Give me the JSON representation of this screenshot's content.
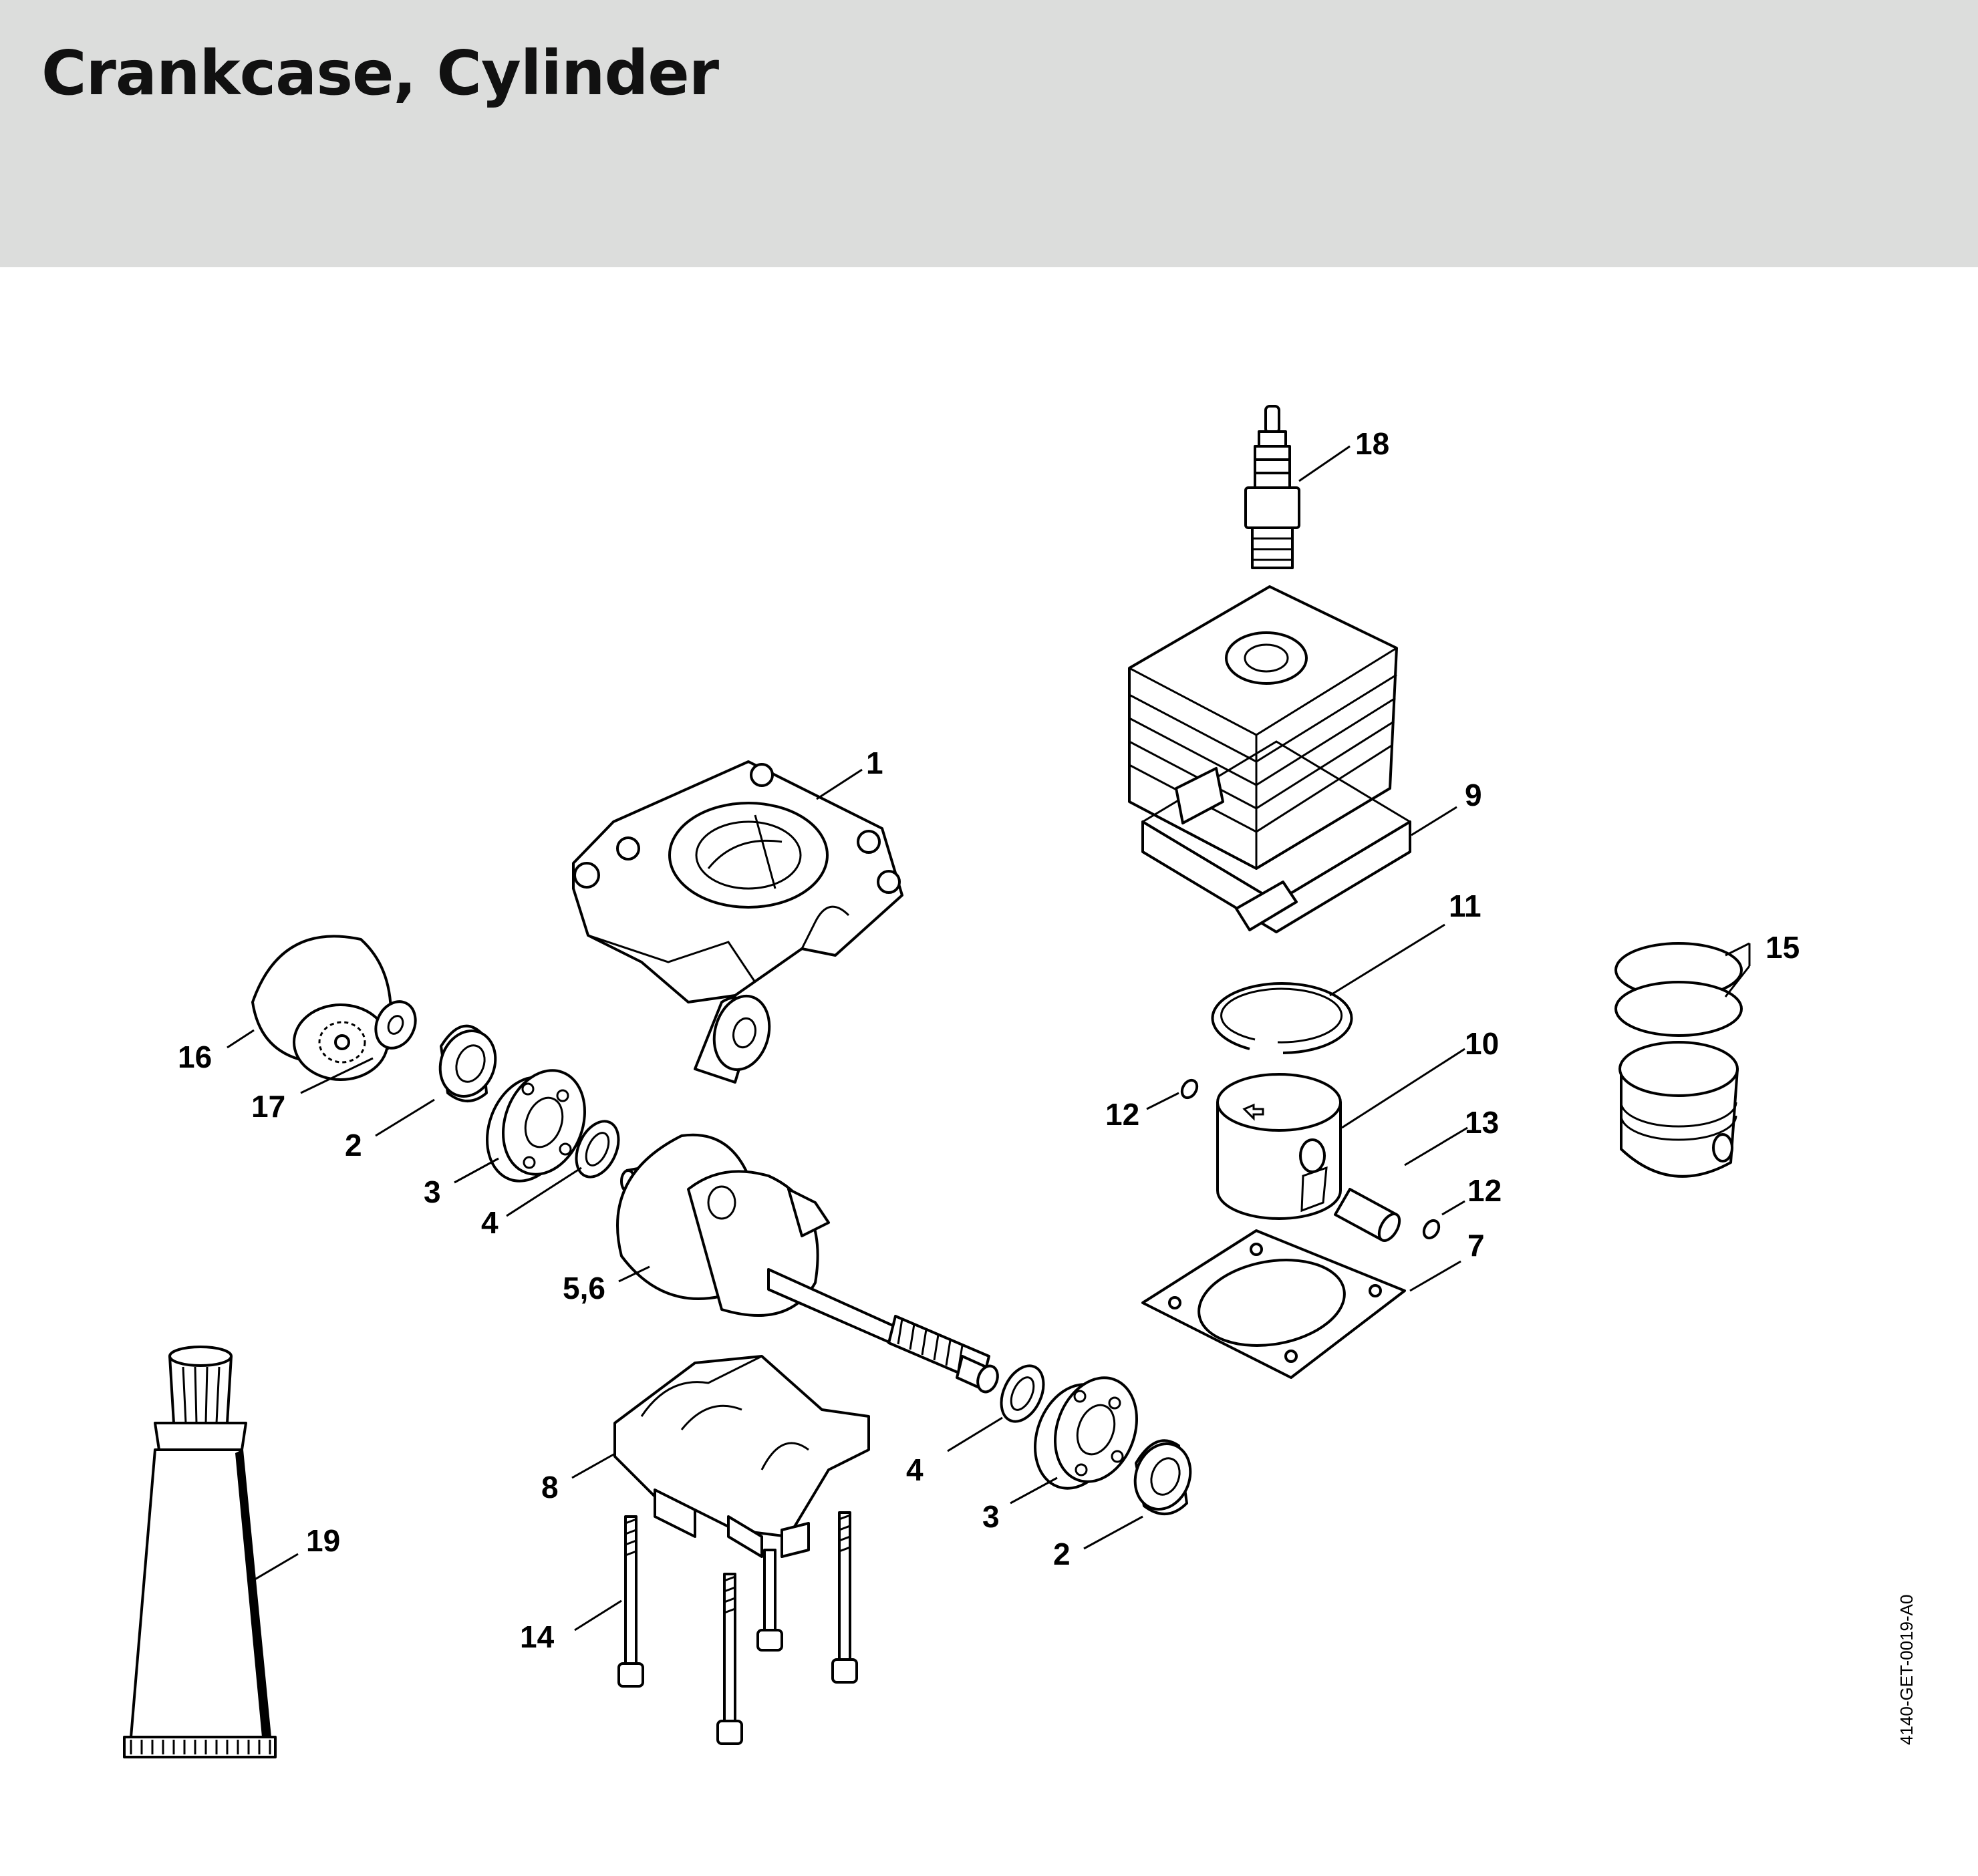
{
  "header": {
    "title": "Crankcase, Cylinder"
  },
  "diagram": {
    "drawing_id": "4140-GET-0019-A0",
    "callouts": {
      "c1": "1",
      "c2a": "2",
      "c2b": "2",
      "c3a": "3",
      "c3b": "3",
      "c4a": "4",
      "c4b": "4",
      "c56": "5,6",
      "c7": "7",
      "c8": "8",
      "c9": "9",
      "c10": "10",
      "c11": "11",
      "c12a": "12",
      "c12b": "12",
      "c13": "13",
      "c14": "14",
      "c15": "15",
      "c16": "16",
      "c17": "17",
      "c18": "18",
      "c19": "19"
    }
  }
}
